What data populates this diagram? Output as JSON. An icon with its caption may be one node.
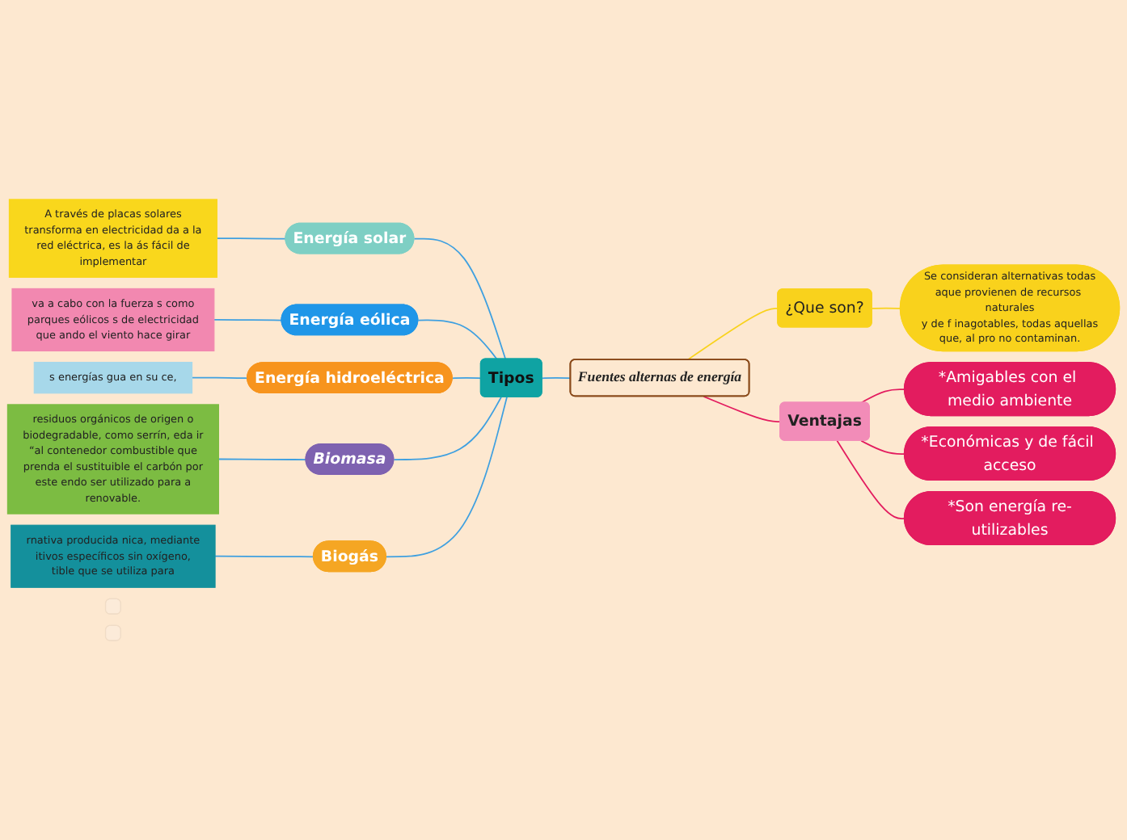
{
  "diagram": {
    "nodes": [
      {
        "text": [
          "Fuentes alternas de energía"
        ]
      },
      {
        "text": [
          "Tipos"
        ]
      },
      {
        "text": [
          "Energía solar"
        ]
      },
      {
        "text": [
          "A través de placas solares transforma en electricidad da a la red eléctrica, es la ás fácil de implementar"
        ]
      },
      {
        "text": [
          "Energía eólica"
        ]
      },
      {
        "text": [
          "va a cabo con la fuerza s como parques eólicos s de electricidad que ando el viento hace girar"
        ]
      },
      {
        "text": [
          "Energía hidroeléctrica"
        ]
      },
      {
        "text": [
          "s energías gua en su ce,"
        ]
      },
      {
        "text": [
          "Biomasa"
        ]
      },
      {
        "text": [
          "residuos orgánicos de origen o biodegradable, como serrín, eda ir “al contenedor combustible que prenda el sustituible el carbón por este endo ser utilizado para a renovable."
        ]
      },
      {
        "text": [
          "Biogás"
        ]
      },
      {
        "text": [
          "rnativa producida nica, mediante itivos específicos sin oxígeno, tible que se utiliza para"
        ]
      },
      {
        "text": [
          "¿Que son?"
        ]
      },
      {
        "text": [
          "Se consideran alternativas todas aque provienen de recursos naturales y de f inagotables, todas aquellas que, al pro no contaminan."
        ]
      },
      {
        "text": [
          "Ventajas"
        ]
      },
      {
        "text": [
          "*Amigables con el medio ambiente"
        ]
      },
      {
        "text": [
          "*Económicas y de fácil acceso"
        ]
      },
      {
        "text": [
          "*Son energía re-utilizables"
        ]
      },
      {
        "text": [],
        "shape": "box"
      },
      {
        "text": [],
        "shape": "box"
      }
    ],
    "edges": [
      {
        "from": 3,
        "to": 2,
        "arrow": "none"
      },
      {
        "from": 5,
        "to": 4,
        "arrow": "none"
      },
      {
        "from": 7,
        "to": 6,
        "arrow": "none"
      },
      {
        "from": 9,
        "to": 8,
        "arrow": "none"
      },
      {
        "from": 11,
        "to": 10,
        "arrow": "none"
      },
      {
        "from": 2,
        "to": 1,
        "arrow": "none"
      },
      {
        "from": 4,
        "to": 1,
        "arrow": "none"
      },
      {
        "from": 6,
        "to": 1,
        "arrow": "none"
      },
      {
        "from": 8,
        "to": 1,
        "arrow": "none"
      },
      {
        "from": 10,
        "to": 1,
        "arrow": "none"
      },
      {
        "from": 1,
        "to": 0,
        "arrow": "none"
      },
      {
        "from": 0,
        "to": 12,
        "arrow": "none",
        "color": "#f9d21c"
      },
      {
        "from": 12,
        "to": 13,
        "arrow": "none",
        "color": "#f9d21c"
      },
      {
        "from": 0,
        "to": 14,
        "arrow": "none",
        "color": "#e31c5f"
      },
      {
        "from": 14,
        "to": 15,
        "arrow": "none",
        "color": "#e31c5f"
      },
      {
        "from": 14,
        "to": 16,
        "arrow": "none",
        "color": "#e31c5f"
      },
      {
        "from": 14,
        "to": 17,
        "arrow": "none",
        "color": "#e31c5f"
      }
    ]
  }
}
